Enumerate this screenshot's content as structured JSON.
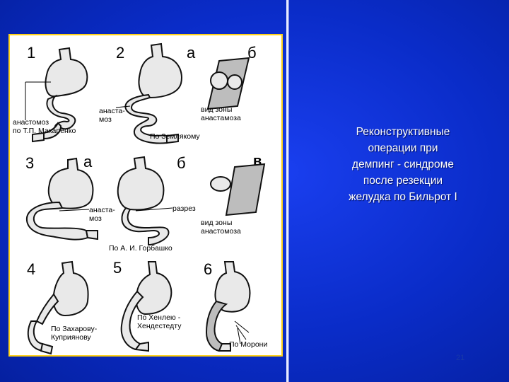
{
  "slide": {
    "title_lines": [
      "Реконструктивные",
      "операции при",
      "демпинг - синдроме",
      "после резекции",
      "желудка по Бильрот I"
    ],
    "page_number": "21"
  },
  "figure": {
    "numbers": [
      "1",
      "2",
      "3",
      "4",
      "5",
      "6"
    ],
    "letters_row1": [
      "а",
      "б"
    ],
    "letters_row2": [
      "а",
      "б",
      "в"
    ],
    "labels": {
      "anastomoz_makarenko_1": "анастомоз",
      "anastomoz_makarenko_2": "по Т.П. Макаренко",
      "anasta_1": "анаста-",
      "anasta_2": "моз",
      "vid_zony_1": "вид зоны",
      "vid_zony_2": "анастамоза",
      "zemlyanomu": "По Землякому",
      "anasta2_1": "анаста-",
      "anasta2_2": "моз",
      "razrez": "разрез",
      "vid_zony2_1": "вид зоны",
      "vid_zony2_2": "анастомоза",
      "gorbashko": "По А. И. Горбашко",
      "zakharovu_1": "По Захарову-",
      "zakharovu_2": "Куприянову",
      "henleyu_1": "По Хенлею -",
      "henleyu_2": "Хендестедту",
      "moroni": "По Морони"
    }
  }
}
